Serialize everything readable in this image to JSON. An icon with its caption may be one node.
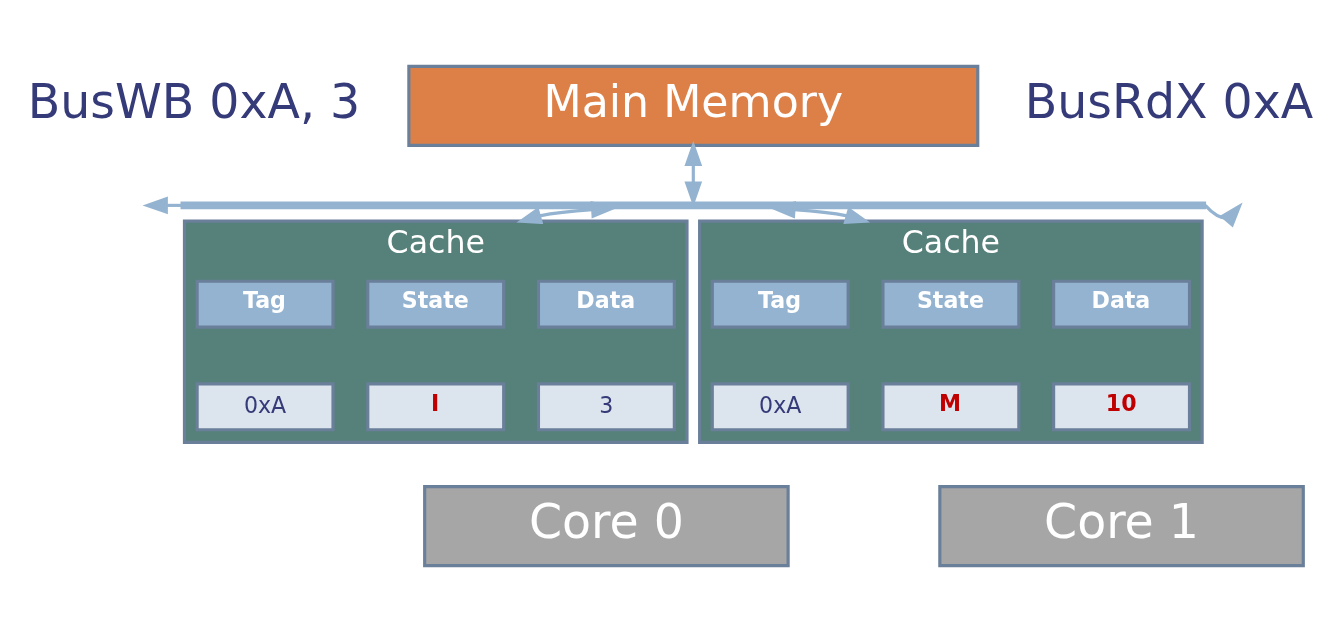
{
  "diagram": {
    "nodes": [
      {
        "text": [
          "Main Memory"
        ]
      },
      {
        "text": [],
        "shape": "bar"
      },
      {
        "text": [
          "Cache"
        ]
      },
      {
        "text": [
          "Tag"
        ],
        "in": 2
      },
      {
        "text": [
          "State"
        ],
        "in": 2
      },
      {
        "text": [
          "Data"
        ],
        "in": 2
      },
      {
        "text": [
          "0xA"
        ],
        "in": 2
      },
      {
        "text": [
          "I"
        ],
        "in": 2
      },
      {
        "text": [
          "3"
        ],
        "in": 2
      },
      {
        "text": [
          "Cache"
        ]
      },
      {
        "text": [
          "Tag"
        ],
        "in": 9
      },
      {
        "text": [
          "State"
        ],
        "in": 9
      },
      {
        "text": [
          "Data"
        ],
        "in": 9
      },
      {
        "text": [
          "0xA"
        ],
        "in": 9
      },
      {
        "text": [
          "M"
        ],
        "in": 9
      },
      {
        "text": [
          "10"
        ],
        "in": 9
      },
      {
        "text": [
          "Core 0"
        ]
      },
      {
        "text": [
          "Core 1"
        ]
      }
    ],
    "edges": [
      {
        "from": 0,
        "to": 1,
        "arrow": "both"
      },
      {
        "from": 1,
        "to": 2,
        "arrow": "both"
      },
      {
        "from": 1,
        "to": 9,
        "arrow": "both"
      },
      {
        "from": 1,
        "to": null,
        "arrow": "to"
      },
      {
        "from": 1,
        "to": null,
        "arrow": "to"
      }
    ],
    "labels": [
      "BusWB 0xA, 3",
      "BusRdX 0xA"
    ]
  }
}
